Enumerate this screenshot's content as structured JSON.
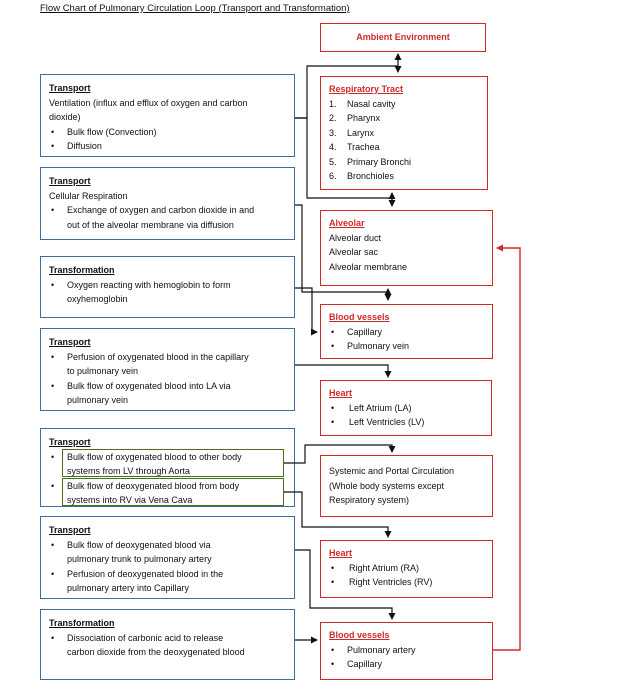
{
  "title": "Flow Chart of Pulmonary Circulation Loop (Transport and Transformation)",
  "right": {
    "ambient": "Ambient Environment",
    "respiratory": {
      "heading": "Respiratory Tract",
      "items": [
        {
          "num": "1.",
          "text": "Nasal cavity"
        },
        {
          "num": "2.",
          "text": "Pharynx"
        },
        {
          "num": "3.",
          "text": "Larynx"
        },
        {
          "num": "4.",
          "text": "Trachea"
        },
        {
          "num": "5.",
          "text": "Primary Bronchi"
        },
        {
          "num": "6.",
          "text": "Bronchioles"
        }
      ]
    },
    "alveolar": {
      "heading": "Alveolar",
      "items": [
        "Alveolar duct",
        "Alveolar sac",
        "Alveolar membrane"
      ]
    },
    "vessels1": {
      "heading": "Blood vessels",
      "items": [
        "Capillary",
        "Pulmonary vein"
      ]
    },
    "heart1": {
      "heading": "Heart",
      "items": [
        "Left Atrium (LA)",
        "Left Ventricles (LV)"
      ]
    },
    "systemic": {
      "lines": [
        "Systemic and Portal Circulation",
        "(Whole body systems except",
        "Respiratory system)"
      ]
    },
    "heart2": {
      "heading": "Heart",
      "items": [
        "Right Atrium (RA)",
        "Right Ventricles (RV)"
      ]
    },
    "vessels2": {
      "heading": "Blood vessels",
      "items": [
        "Pulmonary artery",
        "Capillary"
      ]
    }
  },
  "left": {
    "box1": {
      "heading": "Transport",
      "text": [
        "Ventilation (influx and efflux of oxygen and carbon",
        "dioxide)"
      ],
      "bullets": [
        "Bulk flow (Convection)",
        "Diffusion"
      ]
    },
    "box2": {
      "heading": "Transport",
      "text": [
        "Cellular Respiration"
      ],
      "bullet_lines": [
        "Exchange of oxygen and carbon dioxide in and",
        "out of the alveolar membrane via diffusion"
      ]
    },
    "box3": {
      "heading": "Transformation",
      "bullet_lines": [
        "Oxygen reacting with hemoglobin to form",
        "oxyhemoglobin"
      ]
    },
    "box4": {
      "heading": "Transport",
      "b1": [
        "Perfusion of oxygenated blood in the capillary",
        "to pulmonary vein"
      ],
      "b2": [
        "Bulk flow of oxygenated blood into LA via",
        "pulmonary vein"
      ]
    },
    "box5": {
      "heading": "Transport",
      "b1": [
        "Bulk flow of oxygenated blood to other body",
        "systems from LV through Aorta"
      ],
      "b2": [
        "Bulk flow of deoxygenated blood from body",
        "systems into RV via Vena Cava"
      ]
    },
    "box6": {
      "heading": "Transport",
      "b1": [
        "Bulk flow of deoxygenated blood via",
        "pulmonary trunk to pulmonary artery"
      ],
      "b2": [
        "Perfusion of deoxygenated blood in the",
        "pulmonary artery into Capillary"
      ]
    },
    "box7": {
      "heading": "Transformation",
      "b1": [
        "Dissociation of carbonic acid to release",
        "carbon dioxide from the deoxygenated blood"
      ]
    }
  },
  "colors": {
    "blue_border": "#3d6da3",
    "red_border": "#cf2a2a",
    "green_border": "#4a6e1e",
    "line": "#111111"
  }
}
